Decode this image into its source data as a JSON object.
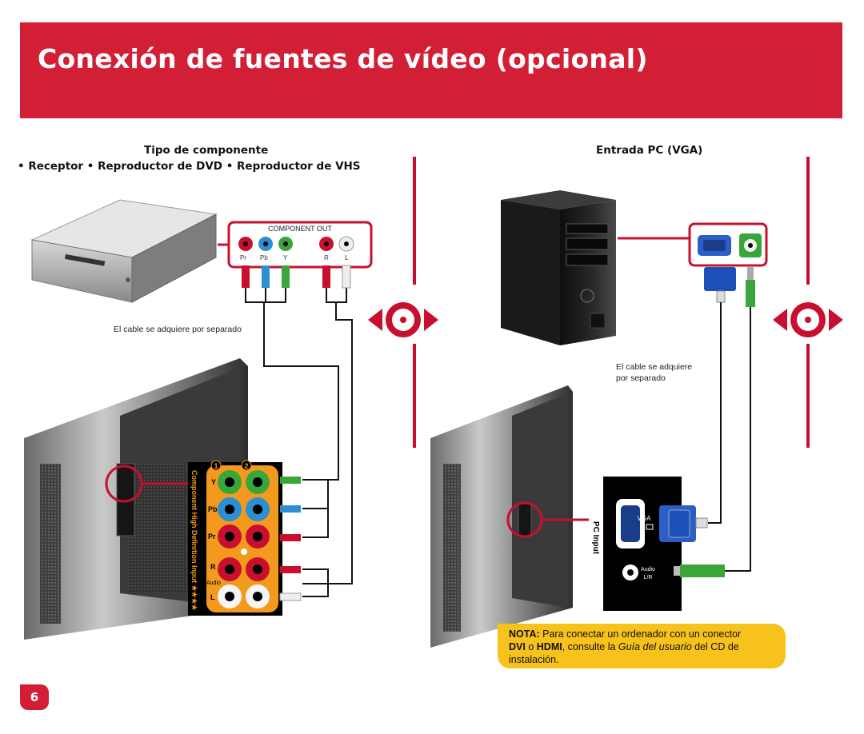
{
  "title": "Conexión de fuentes de vídeo (opcional)",
  "left": {
    "heading": "Tipo de componente",
    "devices": "• Receptor • Reproductor de DVD • Reproductor de VHS",
    "cable_note": "El cable se adquiere por separado",
    "component_out": {
      "title": "COMPONENT OUT",
      "labels": [
        "Pr",
        "Pb",
        "Y",
        "R",
        "L"
      ]
    },
    "tv_panel": {
      "vertical_label": "Component High Definition Input ★★★★",
      "input_numbers": [
        "1",
        "2"
      ],
      "row_labels": [
        "Y",
        "Pb",
        "Pr",
        "R",
        "Audio",
        "L"
      ]
    }
  },
  "right": {
    "heading": "Entrada PC (VGA)",
    "cable_note_line1": "El cable se adquiere",
    "cable_note_line2": "por separado",
    "pc_panel": {
      "vertical_label": "PC Input",
      "vga_label": "VGA",
      "audio_label": "Audio",
      "audio_sub": "L/R"
    }
  },
  "note": {
    "label": "NOTA:",
    "text1": "Para conectar un ordenador con un conector",
    "dvi": "DVI",
    "o": "o",
    "hdmi": "HDMI",
    "text2": ", consulte la",
    "guide": "Guía del usuario",
    "text3": "del CD de instalación."
  },
  "page_number": "6",
  "colors": {
    "brand_red": "#d31f36",
    "note_yellow": "#f6c21b",
    "panel_orange": "#f39a1e",
    "jack_green": "#3aa63a",
    "jack_blue": "#2b8fd1",
    "jack_red": "#c8102e"
  }
}
